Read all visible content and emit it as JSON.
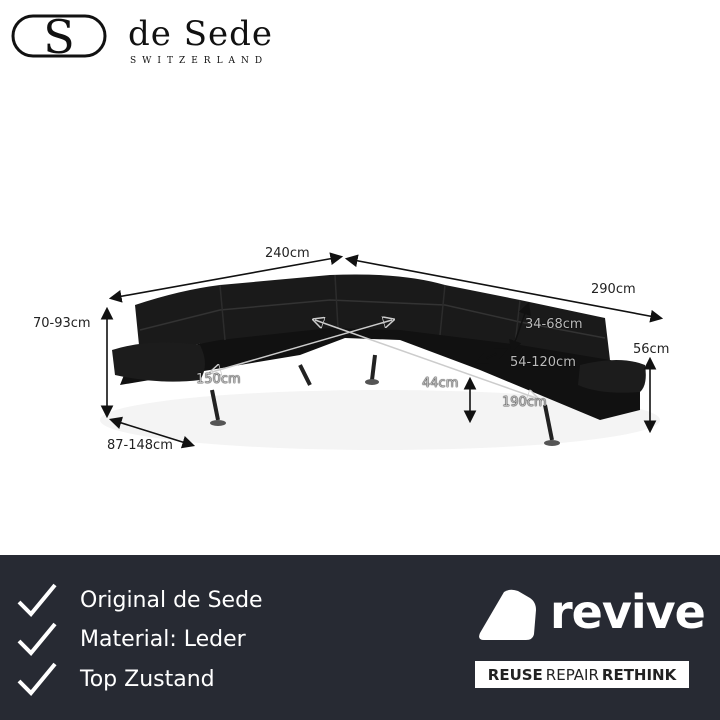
{
  "brand": {
    "name": "de Sede",
    "subtitle": "SWITZERLAND",
    "logo_letter": "S"
  },
  "dimensions": {
    "width_left": "240cm",
    "width_right": "290cm",
    "height": "70-93cm",
    "depth": "87-148cm",
    "headrest": "34-68cm",
    "seat_depth": "54-120cm",
    "diag_left": "150cm",
    "diag_right": "190cm",
    "seat_height": "44cm",
    "arm_height": "56cm"
  },
  "features": [
    {
      "icon": "check-icon",
      "label": "Original de Sede"
    },
    {
      "icon": "check-icon",
      "label": "Material: Leder"
    },
    {
      "icon": "check-icon",
      "label": "Top Zustand"
    }
  ],
  "revive": {
    "word": "revive",
    "tag1": "REUSE",
    "tag2": "REPAIR",
    "tag3": "RETHINK"
  },
  "colors": {
    "banner": "#272a33",
    "sofa": "#141414",
    "text": "#222222"
  }
}
